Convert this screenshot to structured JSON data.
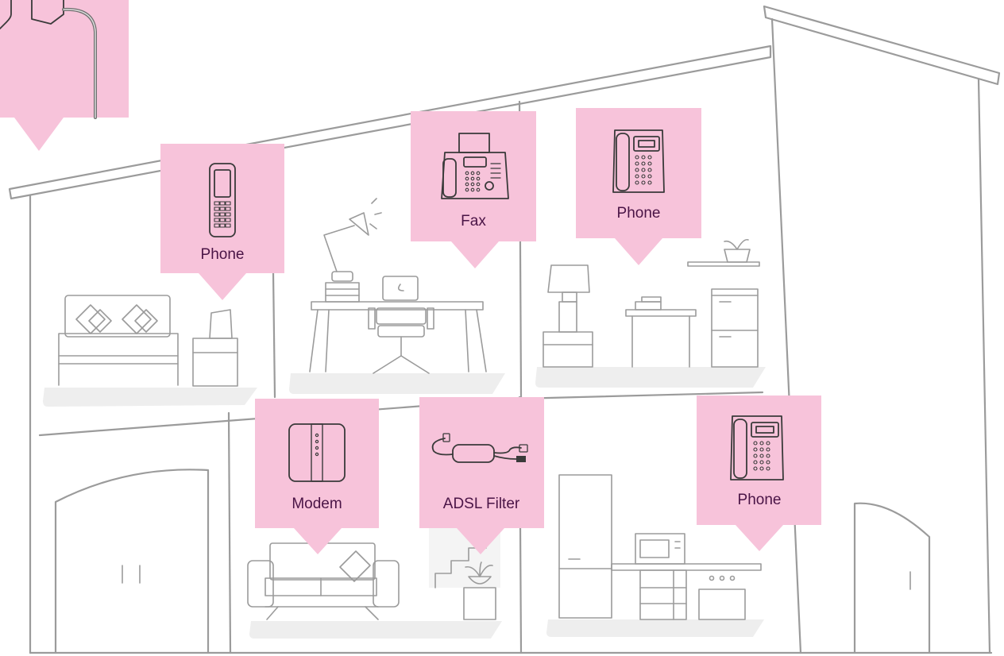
{
  "colors": {
    "callout": "#f7c3da",
    "label_text": "#4a1446",
    "house_line": "#9b9b9b",
    "device_line": "#3a3a3a",
    "floor": "#eeeeee"
  },
  "devices": [
    {
      "id": "cordless-phone",
      "label": "Phone",
      "icon": "cordless-phone-icon"
    },
    {
      "id": "fax",
      "label": "Fax",
      "icon": "fax-machine-icon"
    },
    {
      "id": "desk-phone-upstairs",
      "label": "Phone",
      "icon": "desk-phone-icon"
    },
    {
      "id": "modem",
      "label": "Modem",
      "icon": "modem-icon"
    },
    {
      "id": "adsl-filter",
      "label": "ADSL Filter",
      "icon": "adsl-filter-icon"
    },
    {
      "id": "desk-phone-kitchen",
      "label": "Phone",
      "icon": "desk-phone-icon"
    }
  ]
}
